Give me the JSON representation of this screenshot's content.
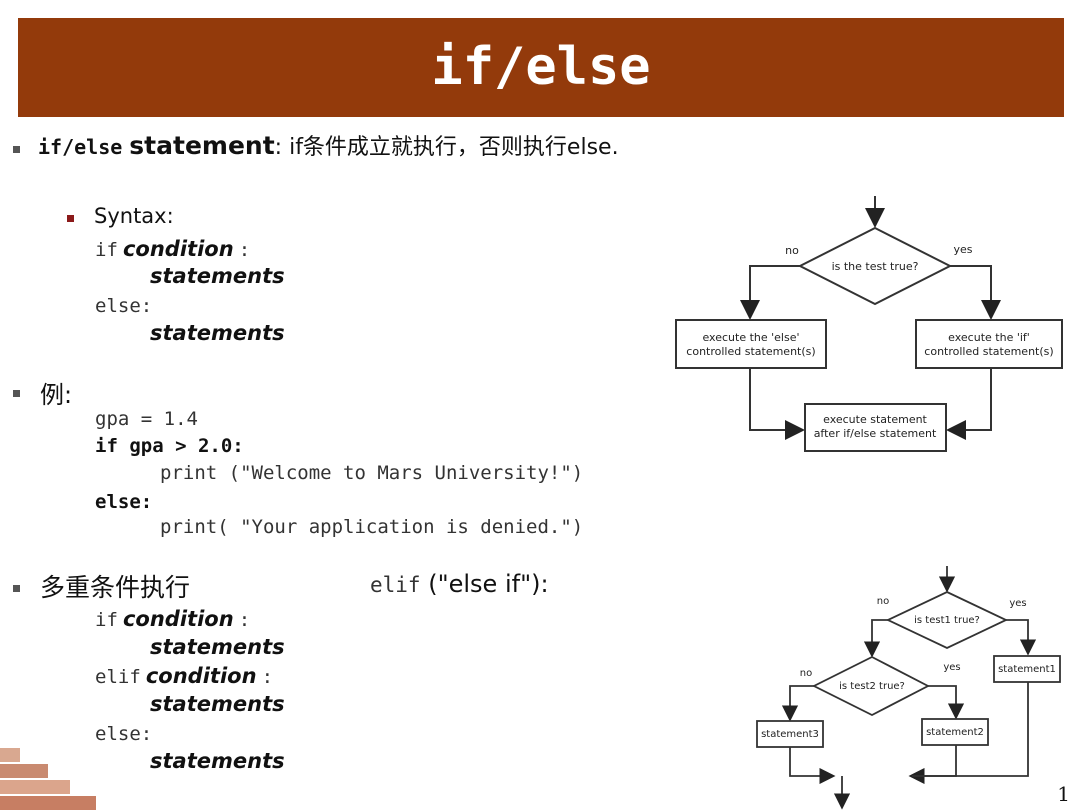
{
  "slide": {
    "title": "if/else",
    "bullet1": {
      "code_term": "if/else",
      "bold_term": "statement",
      "rest": ": if条件成立就执行，否则执行else."
    },
    "syntax": {
      "label": "Syntax:",
      "if_kw": "if",
      "condition": "condition",
      "colon": ":",
      "statements": "statements",
      "else_kw": "else:"
    },
    "example": {
      "label": "例:",
      "line1": "gpa = 1.4",
      "line2": "if gpa > 2.0:",
      "line3": "print (\"Welcome to Mars University!\")",
      "line4": "else:",
      "line5": "print( \"Your application is denied.\")"
    },
    "multi": {
      "label": "多重条件执行",
      "elif_code": "elif",
      "elif_desc": "(\"else if\"):",
      "if_kw": "if",
      "elif_kw": "elif",
      "condition": "condition",
      "colon": ":",
      "statements": "statements",
      "else_kw": "else:"
    },
    "flow1": {
      "no": "no",
      "yes": "yes",
      "decision": "is the test true?",
      "else_box_1": "execute the 'else'",
      "else_box_2": "controlled statement(s)",
      "if_box_1": "execute the 'if'",
      "if_box_2": "controlled statement(s)",
      "after_1": "execute statement",
      "after_2": "after if/else statement"
    },
    "flow2": {
      "no1": "no",
      "yes1": "yes",
      "decision1": "is test1 true?",
      "no2": "no",
      "yes2": "yes",
      "decision2": "is test2 true?",
      "stmt1": "statement1",
      "stmt2": "statement2",
      "stmt3": "statement3"
    },
    "page_number": "1",
    "colors": {
      "title_bar": "#933a0b",
      "sub_bullet": "#8b1a1a"
    }
  }
}
